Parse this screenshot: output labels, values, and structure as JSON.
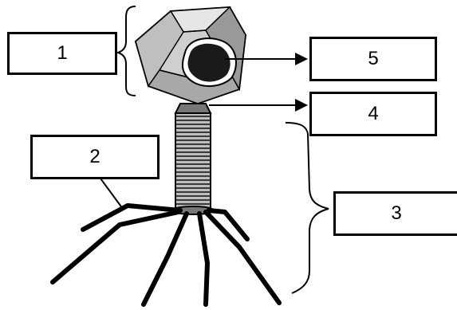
{
  "labels": {
    "head": "1",
    "tail_fibers": "2",
    "tail": "3",
    "collar": "4",
    "nucleic_acid": "5"
  },
  "colors": {
    "line": "#000000",
    "capsid_light": "#d9d9d9",
    "capsid_dark": "#8c8c8c",
    "dna": "#1a1a1a",
    "background": "#ffffff"
  }
}
